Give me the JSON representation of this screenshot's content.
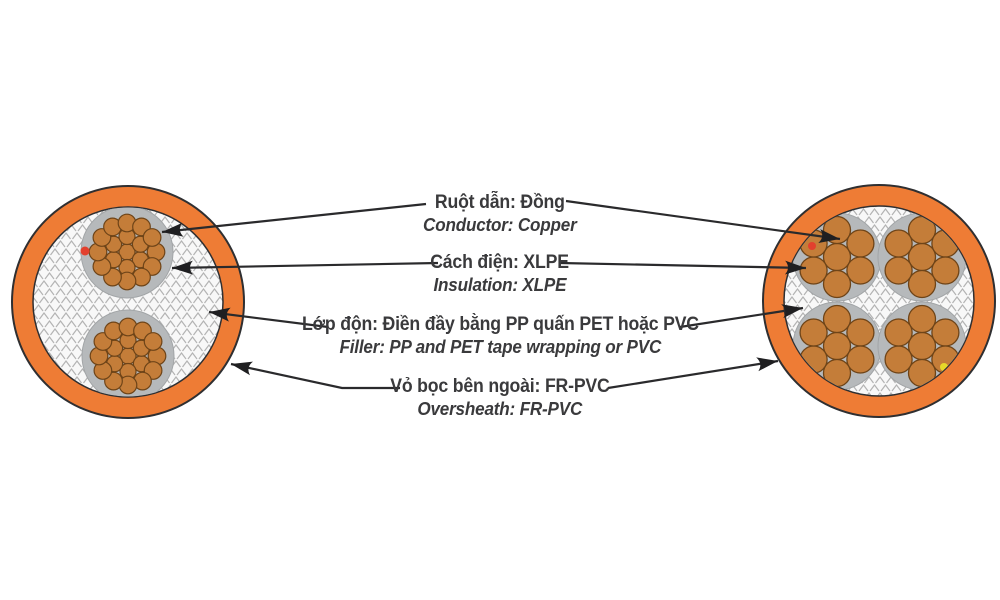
{
  "diagram": {
    "type": "cable-cross-section",
    "labels": [
      {
        "vi": "Ruột dẫn: Đồng",
        "en": "Conductor: Copper"
      },
      {
        "vi": "Cách điện: XLPE",
        "en": "Insulation: XLPE"
      },
      {
        "vi": "Lớp độn: Điền đầy bằng PP quấn PET hoặc PVC",
        "en": "Filler: PP and PET tape wrapping or PVC"
      },
      {
        "vi": "Vỏ bọc bên ngoài: FR-PVC",
        "en": "Oversheath: FR-PVC"
      }
    ],
    "cables": [
      {
        "position": "left",
        "cores": 2,
        "strands_per_core": 19,
        "core_marks": [
          "red"
        ]
      },
      {
        "position": "right",
        "cores": 4,
        "strands_per_core": 7,
        "core_marks": [
          "red",
          "blue",
          "yellow"
        ]
      }
    ],
    "colors": {
      "oversheath_orange": "#ee7c35",
      "insulation_gray": "#b6b9bb",
      "conductor_copper": "#c47d39",
      "filler_white": "#f8f8f8",
      "outline_dark": "#2f2f31",
      "leader_line": "#2a2a2c",
      "text": "#3a3a3c",
      "mark_red": "#e2402e",
      "mark_blue": "#3f8fd2",
      "mark_yellow": "#e6d829"
    }
  }
}
